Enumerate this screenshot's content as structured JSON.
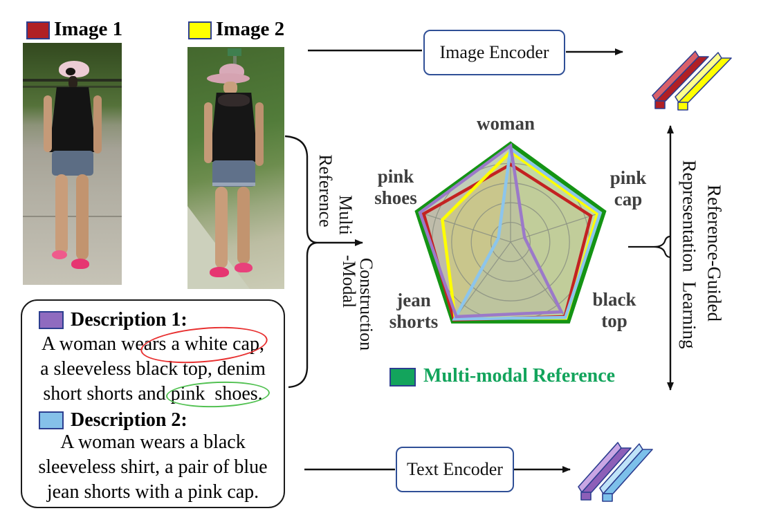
{
  "figure": {
    "images": [
      {
        "label": "Image 1",
        "swatch_color": "#b02025"
      },
      {
        "label": "Image 2",
        "swatch_color": "#ffff00"
      }
    ],
    "encoders": {
      "image_encoder": "Image Encoder",
      "text_encoder": "Text Encoder"
    },
    "flow": {
      "reference_label": "Reference",
      "construction_labels": [
        "Multi",
        "-Modal",
        "Construction"
      ],
      "right_labels": [
        "Representation  Learning",
        "Reference-Guided"
      ]
    },
    "descriptions": [
      {
        "title": "Description 1:",
        "swatch_color": "#8f6bbf",
        "lines": [
          "A woman wears a white cap,",
          "a sleeveless black top, denim",
          "short shorts and pink  shoes."
        ],
        "annotations": [
          {
            "shape": "ellipse",
            "color": "#e83030",
            "around": "white cap,"
          },
          {
            "shape": "ellipse",
            "color": "#52c152",
            "around": "pink  shoes."
          }
        ]
      },
      {
        "title": "Description 2:",
        "swatch_color": "#85c1e9",
        "lines": [
          "A woman wears a black",
          "sleeveless shirt, a pair of blue",
          "jean shorts with a pink cap."
        ],
        "annotations": []
      }
    ],
    "legend": {
      "label": "Multi-modal Reference",
      "color": "#13a45c",
      "swatch_color": "#13a45c"
    }
  },
  "radar_labels": [
    [
      "woman"
    ],
    [
      "pink",
      "cap"
    ],
    [
      "black",
      "top"
    ],
    [
      "jean",
      "shorts"
    ],
    [
      "pink",
      "shoes"
    ]
  ],
  "feature_bars": {
    "image": [
      {
        "name": "image-1-feature",
        "color": "#b02025",
        "light": "#d9606a"
      },
      {
        "name": "image-2-feature",
        "color": "#ffff00",
        "light": "#ffff8c"
      }
    ],
    "text": [
      {
        "name": "description-1-feature",
        "color": "#8d5fb8",
        "light": "#c9a6e4"
      },
      {
        "name": "description-2-feature",
        "color": "#7cc0ea",
        "light": "#bfe3f8"
      }
    ],
    "outline": "#2c3e8f"
  },
  "chart_data": {
    "type": "radar",
    "title": "",
    "categories": [
      "woman",
      "pink cap",
      "black top",
      "jean shorts",
      "pink shoes"
    ],
    "scale": {
      "min": 0,
      "max": 1,
      "grid_radii": [
        0.2,
        0.4,
        0.6,
        0.8
      ],
      "grid": true
    },
    "series": [
      {
        "name": "Multi-modal Reference",
        "color": "#149414",
        "fill": "#76a356",
        "fill_opacity": 0.42,
        "width": 6,
        "values": [
          1.0,
          1.0,
          1.0,
          1.0,
          1.0
        ]
      },
      {
        "name": "Image 1",
        "color": "#c32222",
        "fill": "#b22222",
        "fill_opacity": 0.1,
        "width": 4.5,
        "values": [
          0.79,
          0.86,
          0.94,
          0.98,
          0.93
        ]
      },
      {
        "name": "Image 2",
        "color": "#ffff00",
        "fill": "#ffff00",
        "fill_opacity": 0.2,
        "width": 4.5,
        "values": [
          0.92,
          0.93,
          0.96,
          0.96,
          0.73
        ]
      },
      {
        "name": "Description 2",
        "color": "#8cc5ec",
        "fill": "#8cc5ec",
        "fill_opacity": 0.2,
        "width": 4.5,
        "values": [
          0.95,
          0.96,
          0.95,
          0.97,
          0.13
        ]
      },
      {
        "name": "Description 1",
        "color": "#9b79c9",
        "fill": "#9b79c9",
        "fill_opacity": 0.1,
        "width": 4.5,
        "values": [
          0.98,
          0.15,
          0.88,
          0.94,
          0.97
        ]
      }
    ],
    "legend": {
      "label": "Multi-modal Reference",
      "position": "bottom"
    }
  }
}
